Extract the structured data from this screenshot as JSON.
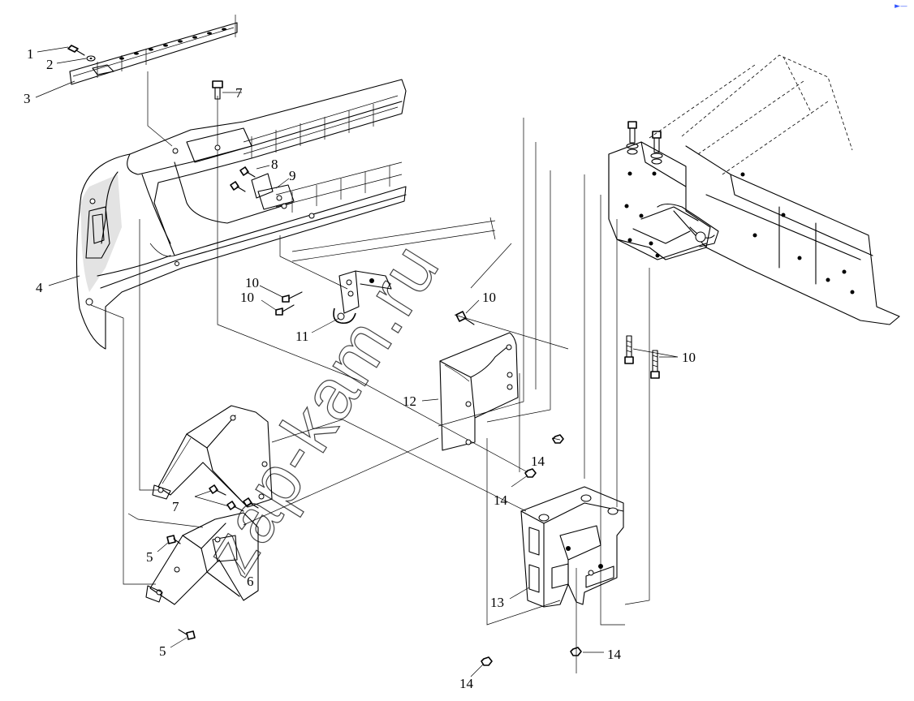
{
  "watermark": "zap-kam.ru",
  "callouts": [
    {
      "id": "c1",
      "text": "1"
    },
    {
      "id": "c2",
      "text": "2"
    },
    {
      "id": "c3",
      "text": "3"
    },
    {
      "id": "c4",
      "text": "4"
    },
    {
      "id": "c5a",
      "text": "5"
    },
    {
      "id": "c5b",
      "text": "5"
    },
    {
      "id": "c6",
      "text": "6"
    },
    {
      "id": "c7a",
      "text": "7"
    },
    {
      "id": "c7b",
      "text": "7"
    },
    {
      "id": "c8",
      "text": "8"
    },
    {
      "id": "c9",
      "text": "9"
    },
    {
      "id": "c10a",
      "text": "10"
    },
    {
      "id": "c10b",
      "text": "10"
    },
    {
      "id": "c10c",
      "text": "10"
    },
    {
      "id": "c10d",
      "text": "10"
    },
    {
      "id": "c11",
      "text": "11"
    },
    {
      "id": "c12",
      "text": "12"
    },
    {
      "id": "c13",
      "text": "13"
    },
    {
      "id": "c14a",
      "text": "14"
    },
    {
      "id": "c14b",
      "text": "14"
    },
    {
      "id": "c14c",
      "text": "14"
    },
    {
      "id": "c14d",
      "text": "14"
    }
  ],
  "colors": {
    "ink": "#000000",
    "shade": "#e3e3e3",
    "background": "#ffffff",
    "corner_mark": "#3355ff"
  },
  "icons": {
    "corner_mark": "small-logo-icon"
  }
}
